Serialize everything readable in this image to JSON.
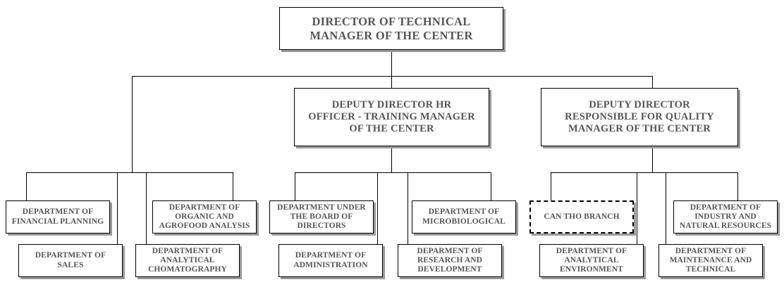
{
  "chart_data": {
    "type": "diagram",
    "title": "Organizational Chart",
    "orientation": "top-down",
    "levels": 4
  },
  "nodes": {
    "director": {
      "label": "DIRECTOR OF TECHNICAL\nMANAGER OF THE CENTER"
    },
    "deputy_hr": {
      "label": "DEPUTY DIRECTOR HR\nOFFICER - TRAINING MANAGER\nOF THE CENTER"
    },
    "deputy_quality": {
      "label": "DEPUTY DIRECTOR\nRESPONSIBLE FOR QUALITY\nMANAGER OF THE CENTER"
    },
    "financial_planning": {
      "label": "DEPARTMENT OF\nFINANCIAL PLANNING"
    },
    "organic_agrofood": {
      "label": "DEPARTMENT OF\nORGANIC AND\nAGROFOOD ANALYSIS"
    },
    "under_board": {
      "label": "DEPARTMENT UNDER\nTHE BOARD OF\nDIRECTORS"
    },
    "microbiological": {
      "label": "DEPARTMENT OF\nMICROBIOLOGICAL"
    },
    "can_tho_branch": {
      "label": "CAN THO BRANCH"
    },
    "industry_natural": {
      "label": "DEPARTMENT OF\nINDUSTRY AND\nNATURAL RESOURCES"
    },
    "sales": {
      "label": "DEPARTMENT OF\nSALES"
    },
    "analytical_chromatography": {
      "label": "DEPARTMENT OF\nANALYTICAL\nCHOMATOGRAPHY"
    },
    "administration": {
      "label": "DEPARTMENT OF\nADMINISTRATION"
    },
    "research_development": {
      "label": "DEPARMENT OF\nRESEARCH AND\nDEVELOPMENT"
    },
    "analytical_environment": {
      "label": "DEPARTMENT OF\nANALYTICAL\nENVIRONMENT"
    },
    "maintenance_technical": {
      "label": "DEPARTMENT OF\nMAINTENANCE AND\nTECHNICAL"
    }
  },
  "colors": {
    "text": "#555555",
    "border": "#000000",
    "shadow": "#9a9a9a",
    "background": "#ffffff"
  }
}
